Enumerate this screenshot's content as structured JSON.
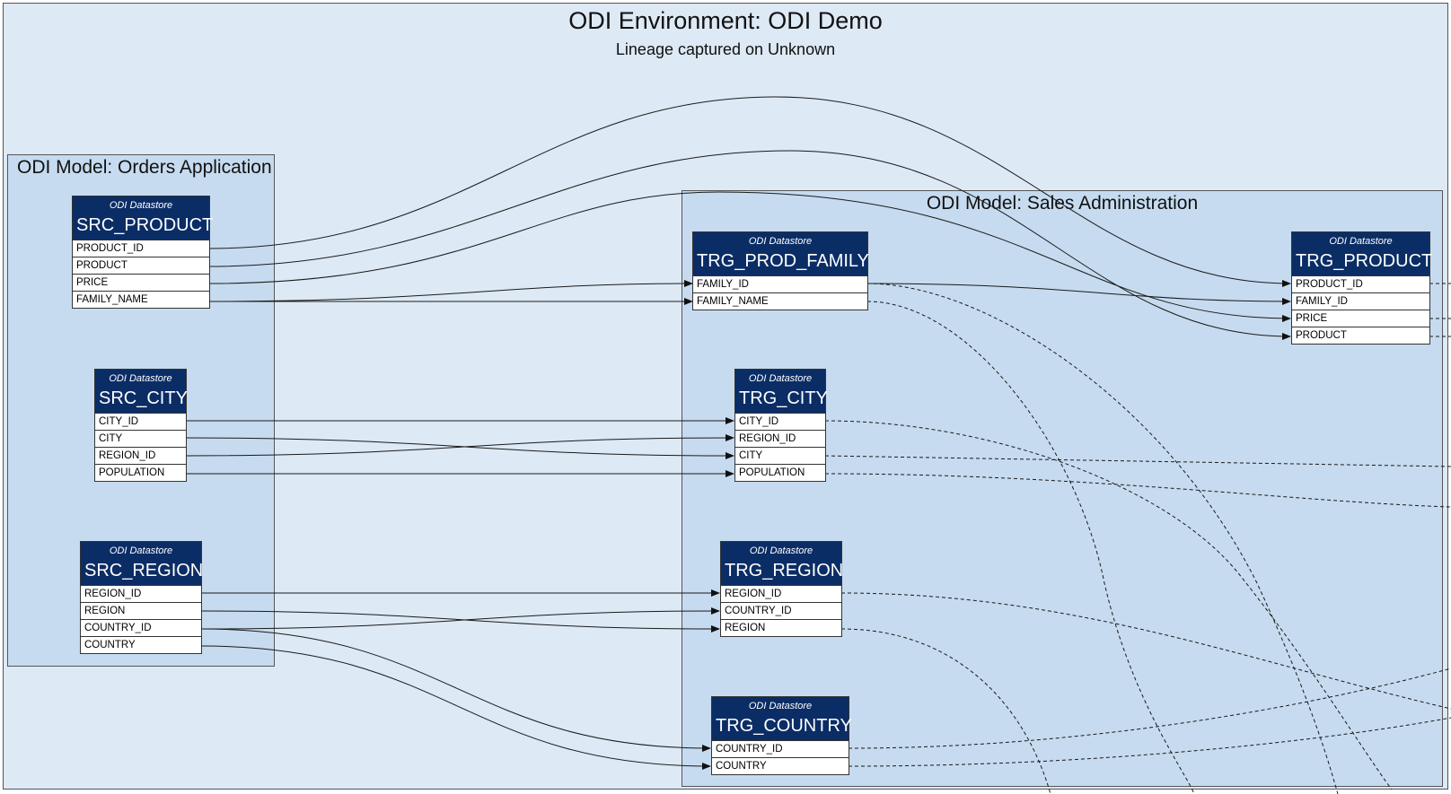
{
  "environment": {
    "title": "ODI Environment: ODI Demo",
    "subtitle": "Lineage captured on Unknown"
  },
  "models": {
    "source": {
      "title": "ODI Model: Orders Application"
    },
    "target": {
      "title": "ODI Model: Sales Administration"
    }
  },
  "datastore_type_label": "ODI Datastore",
  "colors": {
    "header": "#0b2d66",
    "environment_bg": "#dde9f5",
    "model_bg": "#c6dbef"
  },
  "datastores": {
    "src_product": {
      "name": "SRC_PRODUCT",
      "columns": [
        "PRODUCT_ID",
        "PRODUCT",
        "PRICE",
        "FAMILY_NAME"
      ]
    },
    "src_city": {
      "name": "SRC_CITY",
      "columns": [
        "CITY_ID",
        "CITY",
        "REGION_ID",
        "POPULATION"
      ]
    },
    "src_region": {
      "name": "SRC_REGION",
      "columns": [
        "REGION_ID",
        "REGION",
        "COUNTRY_ID",
        "COUNTRY"
      ]
    },
    "trg_prod_family": {
      "name": "TRG_PROD_FAMILY",
      "columns": [
        "FAMILY_ID",
        "FAMILY_NAME"
      ]
    },
    "trg_city": {
      "name": "TRG_CITY",
      "columns": [
        "CITY_ID",
        "REGION_ID",
        "CITY",
        "POPULATION"
      ]
    },
    "trg_region": {
      "name": "TRG_REGION",
      "columns": [
        "REGION_ID",
        "COUNTRY_ID",
        "REGION"
      ]
    },
    "trg_country": {
      "name": "TRG_COUNTRY",
      "columns": [
        "COUNTRY_ID",
        "COUNTRY"
      ]
    },
    "trg_product": {
      "name": "TRG_PRODUCT",
      "columns": [
        "PRODUCT_ID",
        "FAMILY_ID",
        "PRICE",
        "PRODUCT"
      ]
    }
  },
  "lineage": [
    {
      "from": "SRC_PRODUCT.PRODUCT_ID",
      "to": "TRG_PRODUCT.PRODUCT_ID"
    },
    {
      "from": "SRC_PRODUCT.PRODUCT",
      "to": "TRG_PRODUCT.PRODUCT"
    },
    {
      "from": "SRC_PRODUCT.PRICE",
      "to": "TRG_PRODUCT.PRICE"
    },
    {
      "from": "SRC_PRODUCT.FAMILY_NAME",
      "to": "TRG_PROD_FAMILY.FAMILY_ID"
    },
    {
      "from": "SRC_PRODUCT.FAMILY_NAME",
      "to": "TRG_PROD_FAMILY.FAMILY_NAME"
    },
    {
      "from": "TRG_PROD_FAMILY.FAMILY_ID",
      "to": "TRG_PRODUCT.FAMILY_ID"
    },
    {
      "from": "SRC_CITY.CITY_ID",
      "to": "TRG_CITY.CITY_ID"
    },
    {
      "from": "SRC_CITY.CITY",
      "to": "TRG_CITY.CITY"
    },
    {
      "from": "SRC_CITY.REGION_ID",
      "to": "TRG_CITY.REGION_ID"
    },
    {
      "from": "SRC_CITY.POPULATION",
      "to": "TRG_CITY.POPULATION"
    },
    {
      "from": "SRC_REGION.REGION_ID",
      "to": "TRG_REGION.REGION_ID"
    },
    {
      "from": "SRC_REGION.REGION",
      "to": "TRG_REGION.REGION"
    },
    {
      "from": "SRC_REGION.COUNTRY_ID",
      "to": "TRG_REGION.COUNTRY_ID"
    },
    {
      "from": "SRC_REGION.COUNTRY_ID",
      "to": "TRG_COUNTRY.COUNTRY_ID"
    },
    {
      "from": "SRC_REGION.COUNTRY",
      "to": "TRG_COUNTRY.COUNTRY"
    }
  ]
}
